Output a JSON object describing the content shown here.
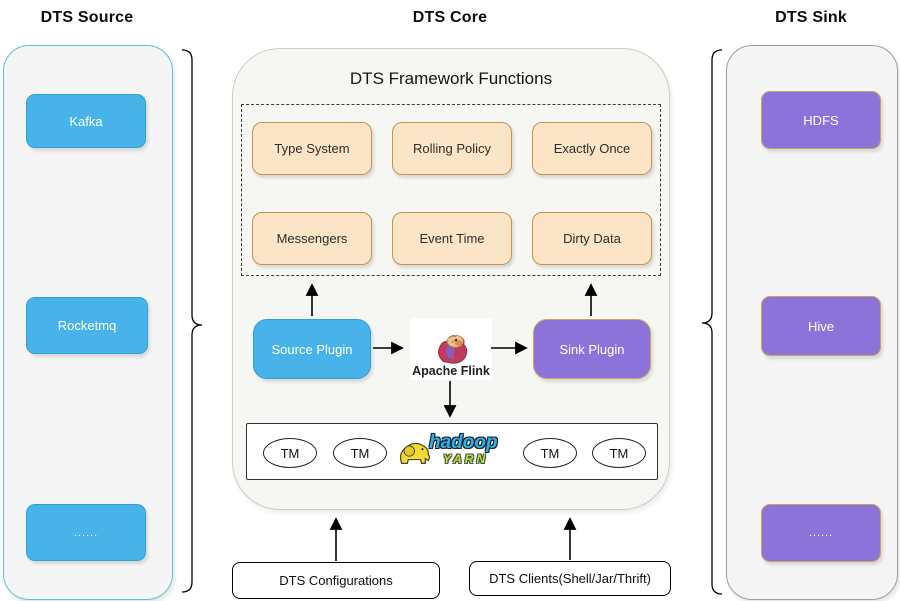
{
  "columns": {
    "source": {
      "title": "DTS Source",
      "items": [
        "Kafka",
        "Rocketmq",
        "......"
      ]
    },
    "core": {
      "title": "DTS Core"
    },
    "sink": {
      "title": "DTS Sink",
      "items": [
        "HDFS",
        "Hive",
        "......"
      ]
    }
  },
  "core": {
    "heading": "DTS Framework Functions",
    "functions": [
      "Type System",
      "Rolling Policy",
      "Exactly Once",
      "Messengers",
      "Event Time",
      "Dirty Data"
    ],
    "source_plugin_label": "Source Plugin",
    "flink_label": "Apache Flink",
    "sink_plugin_label": "Sink Plugin",
    "yarn_cluster": {
      "task_managers": [
        "TM",
        "TM",
        "TM",
        "TM"
      ],
      "hadoop_text": "hadoop",
      "yarn_text": "YARN"
    }
  },
  "bottom_inputs": {
    "configurations_label": "DTS Configurations",
    "clients_label": "DTS Clients(Shell/Jar/Thrift)"
  },
  "colors": {
    "source_item_fill": "#47b3e9",
    "source_item_border": "#2f9fd8",
    "sink_item_fill": "#8b73d9",
    "sink_item_border": "#c9a45a",
    "function_fill": "#fbe5c6",
    "function_border": "#c0954f",
    "panel_fill": "#f5f5f5",
    "source_panel_border": "#58c6d4",
    "sink_panel_border": "#9e9e9e",
    "core_fill": "#f6f6f3",
    "core_border": "#cdcdc4",
    "hadoop_blue": "#35aee0",
    "yarn_yellow": "#d4dc3c"
  }
}
